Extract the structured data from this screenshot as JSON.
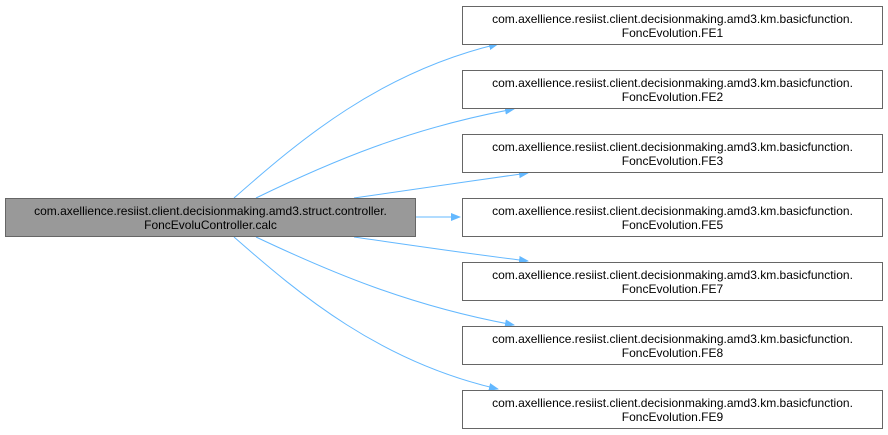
{
  "colors": {
    "edge": "#63b8ff",
    "node_border": "#666666",
    "root_fill": "#999999",
    "node_fill": "#ffffff"
  },
  "root": {
    "line1": "com.axellience.resiist.client.decisionmaking.amd3.struct.controller.",
    "line2": "FoncEvoluController.calc"
  },
  "targets": [
    {
      "line1": "com.axellience.resiist.client.decisionmaking.amd3.km.basicfunction.",
      "line2": "FoncEvolution.FE1"
    },
    {
      "line1": "com.axellience.resiist.client.decisionmaking.amd3.km.basicfunction.",
      "line2": "FoncEvolution.FE2"
    },
    {
      "line1": "com.axellience.resiist.client.decisionmaking.amd3.km.basicfunction.",
      "line2": "FoncEvolution.FE3"
    },
    {
      "line1": "com.axellience.resiist.client.decisionmaking.amd3.km.basicfunction.",
      "line2": "FoncEvolution.FE5"
    },
    {
      "line1": "com.axellience.resiist.client.decisionmaking.amd3.km.basicfunction.",
      "line2": "FoncEvolution.FE7"
    },
    {
      "line1": "com.axellience.resiist.client.decisionmaking.amd3.km.basicfunction.",
      "line2": "FoncEvolution.FE8"
    },
    {
      "line1": "com.axellience.resiist.client.decisionmaking.amd3.km.basicfunction.",
      "line2": "FoncEvolution.FE9"
    }
  ]
}
